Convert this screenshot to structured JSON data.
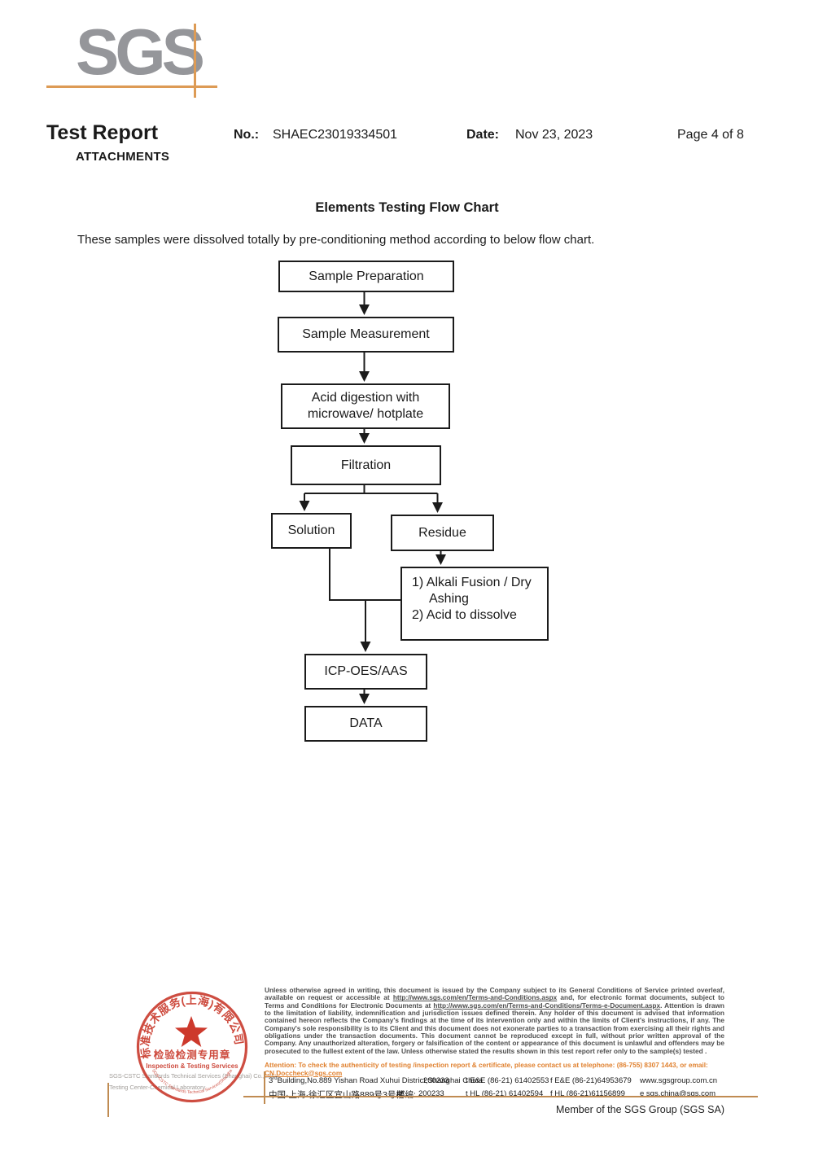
{
  "logo": {
    "text": "SGS"
  },
  "header": {
    "report_title": "Test Report",
    "attachments": "ATTACHMENTS",
    "no_label": "No.:",
    "no_value": "SHAEC23019334501",
    "date_label": "Date:",
    "date_value": "Nov 23, 2023",
    "page_info": "Page 4 of 8"
  },
  "body": {
    "chart_title": "Elements Testing Flow Chart",
    "intro": "These samples were dissolved totally by pre-conditioning method according to below flow chart."
  },
  "flowchart": {
    "sample_preparation": "Sample Preparation",
    "sample_measurement": "Sample Measurement",
    "acid_digestion_line1": "Acid digestion with",
    "acid_digestion_line2": "microwave/ hotplate",
    "filtration": "Filtration",
    "solution": "Solution",
    "residue": "Residue",
    "alkali_line1": "1) Alkali Fusion / Dry",
    "alkali_line2": "Ashing",
    "alkali_line3": "2) Acid to dissolve",
    "icp": "ICP-OES/AAS",
    "data": "DATA"
  },
  "stamp": {
    "ring_top": "标准技术服务(上海)有限公司",
    "ring_bottom": "SGS-CSTC Standards Technical Services(Shanghai) Co.,Ltd.",
    "center_cn": "检验检测专用章",
    "center_en": "Inspection & Testing Services",
    "company_line1": "SGS-CSTC Standards Technical Services (Shanghai) Co.,Ltd.",
    "company_line2": "Testing Center-Chemical Laboratory"
  },
  "footer": {
    "legal_segments": [
      {
        "text": "Unless otherwise agreed in writing, this document is issued by the Company subject to its General Conditions of Service printed overleaf, available on request or accessible at ",
        "u": false
      },
      {
        "text": "http://www.sgs.com/en/Terms-and-Conditions.aspx",
        "u": true
      },
      {
        "text": " and, for electronic format documents, subject to Terms and Conditions for Electronic Documents at ",
        "u": false
      },
      {
        "text": "http://www.sgs.com/en/Terms-and-Conditions/Terms-e-Document.aspx",
        "u": true
      },
      {
        "text": ". Attention is drawn to the limitation of liability, indemnification and jurisdiction issues defined therein. Any holder of this document is advised that information contained hereon reflects the Company's findings at the time of its intervention only and within the limits of Client's instructions, if any. The Company's sole responsibility is to its Client and this document does not exonerate parties to a transaction from exercising all their rights and obligations under the transaction documents. This document cannot be reproduced except in full, without prior written approval of the Company. Any unauthorized alteration, forgery or falsification of the content or appearance of this document is unlawful and offenders may be prosecuted to the fullest extent of the law. Unless otherwise stated the results shown in this test report refer only to the sample(s) tested .",
        "u": false
      }
    ],
    "attention_segments": [
      {
        "text": "Attention: To check the authenticity of testing /inspection report & certificate, please contact us at telephone: (86-755) 8307 1443, or email: ",
        "u": false
      },
      {
        "text": "CN.Doccheck@sgs.com",
        "u": true
      }
    ],
    "address_en_pre": "3",
    "address_en_sup": "rd",
    "address_en_rest": "Building,No.889 Yishan Road Xuhui District,Shanghai China",
    "postcode_en": "200233",
    "tel1": "t E&E (86-21) 61402553",
    "fax1": "f E&E (86-21)64953679",
    "web": "www.sgsgroup.com.cn",
    "address_cn": "中国·上海·徐汇区宜山路889号3号楼",
    "postcode_cn_label": "邮编:",
    "postcode_cn": "200233",
    "tel2": "t HL (86-21) 61402594",
    "fax2": "f HL (86-21)61156899",
    "email": "e sgs.china@sgs.com",
    "member": "Member of the SGS Group (SGS SA)"
  },
  "colors": {
    "accent_orange": "#dd9b55",
    "rule_tan": "#c08b52",
    "stamp_red": "#c93a2c",
    "logo_gray": "#95969a",
    "attention_orange": "#e0812f"
  }
}
